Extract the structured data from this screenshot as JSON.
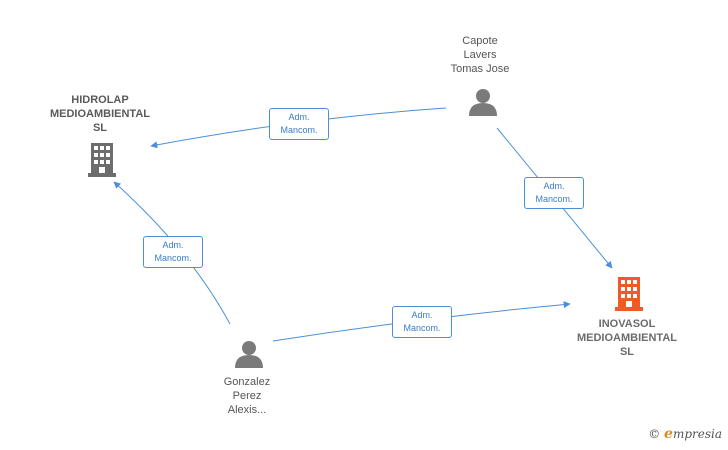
{
  "nodes": {
    "hidrolap": {
      "type": "company",
      "name_lines": [
        "HIDROLAP",
        "MEDIOAMBIENTAL",
        "SL"
      ],
      "color": "#6d6d6d"
    },
    "inovasol": {
      "type": "company",
      "name_lines": [
        "INOVASOL",
        "MEDIOAMBIENTAL",
        "SL"
      ],
      "color": "#f05a28"
    },
    "capote": {
      "type": "person",
      "name_lines": [
        "Capote",
        "Lavers",
        "Tomas Jose"
      ],
      "color": "#7a7a7a"
    },
    "gonzalez": {
      "type": "person",
      "name_lines": [
        "Gonzalez",
        "Perez",
        "Alexis..."
      ],
      "color": "#7a7a7a"
    }
  },
  "edges": [
    {
      "from": "capote",
      "to": "hidrolap",
      "label_lines": [
        "Adm.",
        "Mancom."
      ]
    },
    {
      "from": "capote",
      "to": "inovasol",
      "label_lines": [
        "Adm.",
        "Mancom."
      ]
    },
    {
      "from": "gonzalez",
      "to": "hidrolap",
      "label_lines": [
        "Adm.",
        "Mancom."
      ]
    },
    {
      "from": "gonzalez",
      "to": "inovasol",
      "label_lines": [
        "Adm.",
        "Mancom."
      ]
    }
  ],
  "colors": {
    "edge": "#4a8fd8"
  },
  "watermark": {
    "symbol": "©",
    "brand_initial": "e",
    "brand_rest": "mpresia"
  }
}
